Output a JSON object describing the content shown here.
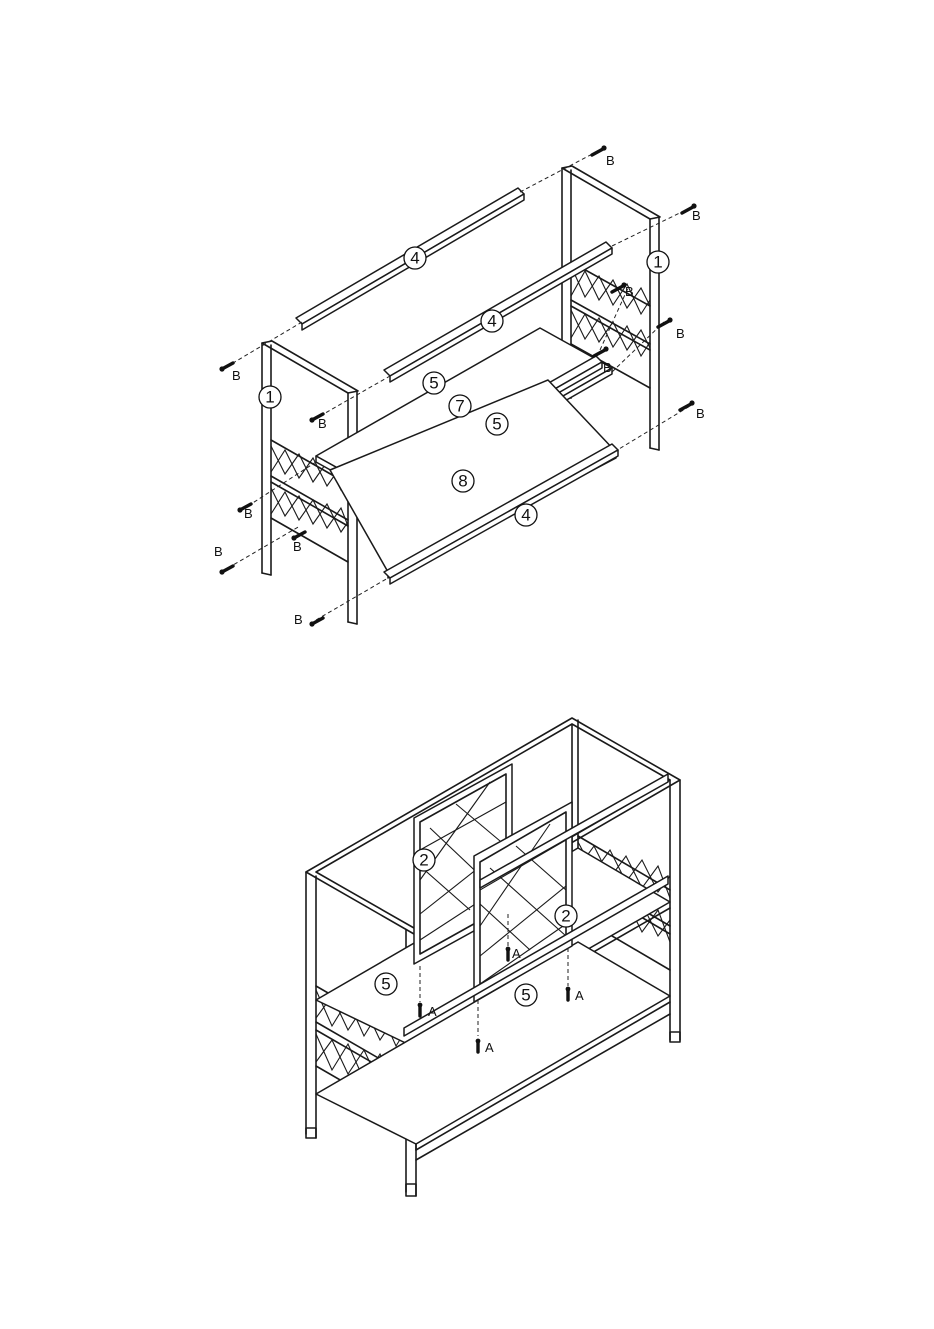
{
  "figure_top": {
    "part_callouts": [
      "4",
      "4",
      "1",
      "1",
      "5",
      "7",
      "5",
      "8",
      "4"
    ],
    "hardware_label": "B"
  },
  "figure_bottom": {
    "part_callouts": [
      "2",
      "2",
      "5",
      "5"
    ],
    "hardware_label": "A"
  }
}
